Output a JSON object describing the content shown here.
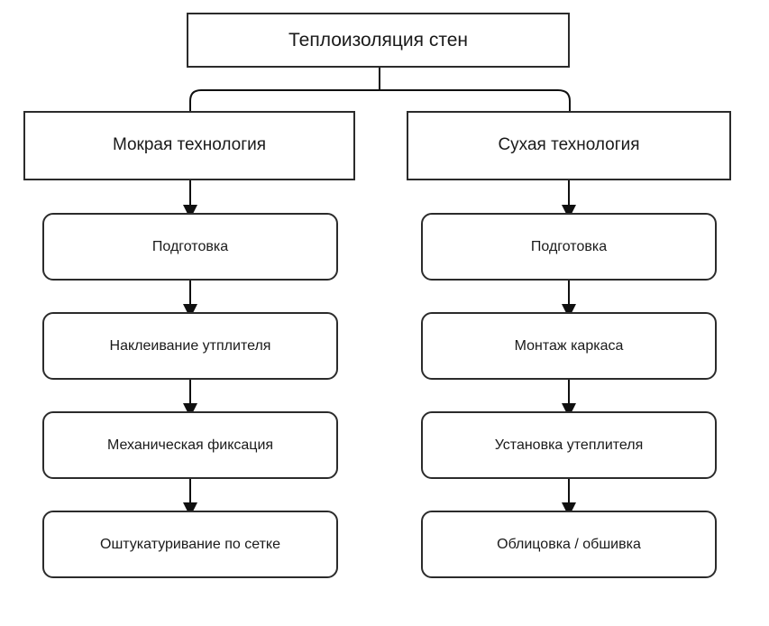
{
  "diagram": {
    "type": "flowchart",
    "orientation": "top-down",
    "root": {
      "label": "Теплоизоляция стен"
    },
    "branches": [
      {
        "id": "wet",
        "header": "Мокрая технология",
        "steps": [
          "Подготовка",
          "Наклеивание утплителя",
          "Механическая фиксация",
          "Оштукатуривание по сетке"
        ]
      },
      {
        "id": "dry",
        "header": "Сухая технология",
        "steps": [
          "Подготовка",
          "Монтаж каркаса",
          "Установка утеплителя",
          "Облицовка / обшивка"
        ]
      }
    ],
    "style": {
      "stroke": "#2b2b2b",
      "fill": "#ffffff",
      "text": "#1a1a1a",
      "background": "#ffffff"
    }
  }
}
